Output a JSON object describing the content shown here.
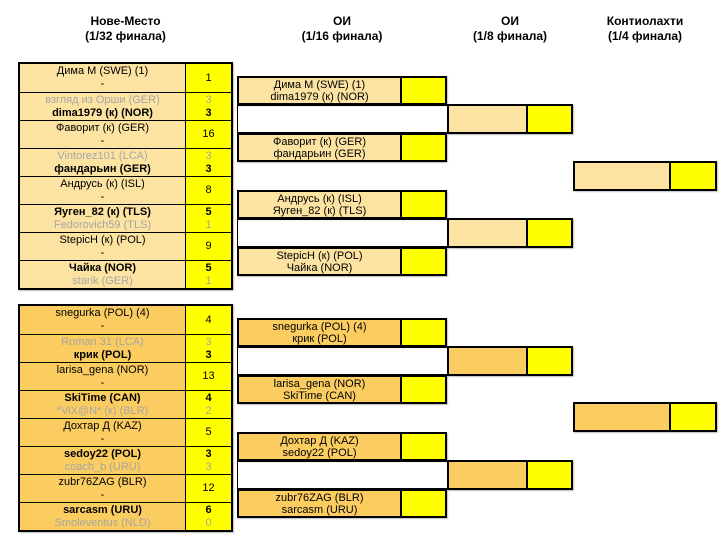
{
  "headers": [
    {
      "line1": "Нове-Место",
      "line2": "(1/32 финала)"
    },
    {
      "line1": "ОИ",
      "line2": "(1/16 финала)"
    },
    {
      "line1": "ОИ",
      "line2": "(1/8 финала)"
    },
    {
      "line1": "Контиолахти",
      "line2": "(1/4 финала)"
    }
  ],
  "colors": {
    "top_half_fill": "#FCE3A2",
    "bottom_half_fill": "#FBCD60",
    "score_fill": "#FFFF00",
    "loser_text": "#A6A6A6",
    "border": "#000000"
  },
  "r32a": {
    "cells": [
      {
        "p1": "Дима М (SWE) (1)",
        "s1": "pending",
        "sc1": "1",
        "p2": "-",
        "s2": "pending",
        "sc2": ""
      },
      {
        "p1": "взгляд из Орши (GER)",
        "s1": "loser",
        "sc1": "3",
        "p2": "dima1979 (к) (NOR)",
        "s2": "winner",
        "sc2": "3"
      },
      {
        "p1": "Фаворит (к) (GER)",
        "s1": "pending",
        "sc1": "16",
        "p2": "-",
        "s2": "pending",
        "sc2": ""
      },
      {
        "p1": "Vintorez101 (LCA)",
        "s1": "loser",
        "sc1": "3",
        "p2": "фандарьин (GER)",
        "s2": "winner",
        "sc2": "3"
      },
      {
        "p1": "Андрусь (к) (ISL)",
        "s1": "pending",
        "sc1": "8",
        "p2": "-",
        "s2": "pending",
        "sc2": ""
      },
      {
        "p1": "Яуген_82 (к) (TLS)",
        "s1": "winner",
        "sc1": "5",
        "p2": "Fedorovich59 (TLS)",
        "s2": "loser",
        "sc2": "1"
      },
      {
        "p1": "StepicH (к) (POL)",
        "s1": "pending",
        "sc1": "9",
        "p2": "-",
        "s2": "pending",
        "sc2": ""
      },
      {
        "p1": "Чайка (NOR)",
        "s1": "winner",
        "sc1": "5",
        "p2": "starik (GER)",
        "s2": "loser",
        "sc2": "1"
      }
    ]
  },
  "r32b": {
    "cells": [
      {
        "p1": "snegurka (POL) (4)",
        "s1": "pending",
        "sc1": "4",
        "p2": "-",
        "s2": "pending",
        "sc2": ""
      },
      {
        "p1": "Roman 31 (LCA)",
        "s1": "loser",
        "sc1": "3",
        "p2": "крик (POL)",
        "s2": "winner",
        "sc2": "3"
      },
      {
        "p1": "larisa_gena (NOR)",
        "s1": "pending",
        "sc1": "13",
        "p2": "-",
        "s2": "pending",
        "sc2": ""
      },
      {
        "p1": "SkiTime (CAN)",
        "s1": "winner",
        "sc1": "4",
        "p2": "*ViX@N* (к) (BLR)",
        "s2": "loser",
        "sc2": "2"
      },
      {
        "p1": "Дохтар Д (KAZ)",
        "s1": "pending",
        "sc1": "5",
        "p2": "-",
        "s2": "pending",
        "sc2": ""
      },
      {
        "p1": "sedoy22 (POL)",
        "s1": "winner",
        "sc1": "3",
        "p2": "coach_b (URU)",
        "s2": "loser",
        "sc2": "3"
      },
      {
        "p1": "zubr76ZAG (BLR)",
        "s1": "pending",
        "sc1": "12",
        "p2": "-",
        "s2": "pending",
        "sc2": ""
      },
      {
        "p1": "sarcasm (URU)",
        "s1": "winner",
        "sc1": "6",
        "p2": "Smoleventus (NLD)",
        "s2": "loser",
        "sc2": "0"
      }
    ]
  },
  "r16": {
    "matches": [
      {
        "p1": "Дима М (SWE) (1)",
        "p2": "dima1979 (к) (NOR)"
      },
      {
        "p1": "Фаворит (к) (GER)",
        "p2": "фандарьин (GER)"
      },
      {
        "p1": "Андрусь (к) (ISL)",
        "p2": "Яуген_82 (к) (TLS)"
      },
      {
        "p1": "StepicH (к) (POL)",
        "p2": "Чайка (NOR)"
      },
      {
        "p1": "snegurka (POL) (4)",
        "p2": "крик (POL)"
      },
      {
        "p1": "larisa_gena (NOR)",
        "p2": "SkiTime (CAN)"
      },
      {
        "p1": "Дохтар Д (KAZ)",
        "p2": "sedoy22 (POL)"
      },
      {
        "p1": "zubr76ZAG (BLR)",
        "p2": "sarcasm (URU)"
      }
    ]
  }
}
